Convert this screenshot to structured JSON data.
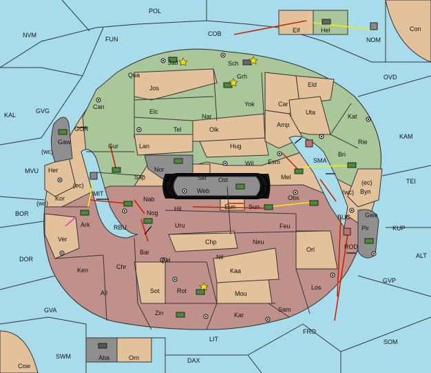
{
  "colors": {
    "sea": "#a8dcea",
    "neutral": "#e3c29b",
    "green_power": "#a9c79a",
    "red_power": "#c0908a",
    "grey_power": "#8f8f8f",
    "move_order": "#cc2200",
    "support_order": "#f0f000",
    "convoy_order": "#e040c0"
  },
  "labels": {
    "pol": "POL",
    "nvm": "NVM",
    "fun": "FUN",
    "cob": "COB",
    "con": "Con",
    "nom": "NOM",
    "elf": "Elf",
    "hel": "Hel",
    "ovd": "OVD",
    "kal": "KAL",
    "gvg": "GVG",
    "kam": "KAM",
    "tei": "TEI",
    "mvu": "MVU",
    "bor": "BOR",
    "dor": "DOR",
    "alt": "ALT",
    "kup": "KUP",
    "gvp": "GVP",
    "gva": "GVA",
    "fro": "FRO",
    "som": "SOM",
    "lit": "LIT",
    "swm": "SWM",
    "dax": "DAX",
    "cow": "Cow",
    "aba": "Aba",
    "orn": "Orn",
    "gor": "GOR",
    "gaw": "Gaw",
    "mit": "MIT",
    "rbu": "RBU",
    "sma": "SMA",
    "buc": "BUC",
    "rod": "ROD",
    "pir": "Pir",
    "gwa": "Gwa",
    "jad": "Jad",
    "sch": "Sch",
    "qua": "Qua",
    "grh": "Grh",
    "jos": "Jos",
    "eld": "Eld",
    "can": "Can",
    "yok": "Yok",
    "car": "Car",
    "elc": "Elc",
    "nar": "Nar",
    "uta": "Uta",
    "kat": "Kat",
    "tel": "Tel",
    "olk": "Olk",
    "amp": "Amp",
    "rie": "Rie",
    "gur": "Gur",
    "lan": "Lan",
    "hug": "Hug",
    "bri": "Bri",
    "wil": "Wil",
    "esm": "Esm",
    "nor": "Nor",
    "skr": "Skr",
    "ost": "Ost",
    "mel": "Mel",
    "sap": "Sap",
    "web": "Web",
    "byn": "Byn",
    "her": "Her",
    "kor": "Kor",
    "nab": "Nab",
    "hil": "Hil",
    "eun": "Eun",
    "sun": "Sun",
    "obs": "Obs",
    "ark": "Ark",
    "nog": "Nog",
    "uru": "Uru",
    "feu": "Feu",
    "ver": "Ver",
    "chp": "Chp",
    "neu": "Neu",
    "orl": "Orl",
    "bar": "Bar",
    "qwi": "Qwi",
    "nil": "Nil",
    "ken": "Ken",
    "chr": "Chr",
    "kaa": "Kaa",
    "ail": "Ail",
    "sot": "Sot",
    "rot": "Rot",
    "mou": "Mou",
    "los": "Los",
    "zin": "Zin",
    "kar": "Kar",
    "sam": "Sam",
    "wc1": "(wc)",
    "wc2": "(wc)",
    "wc3": "(wc)",
    "ec1": "(ec)",
    "ec2": "(ec)"
  }
}
